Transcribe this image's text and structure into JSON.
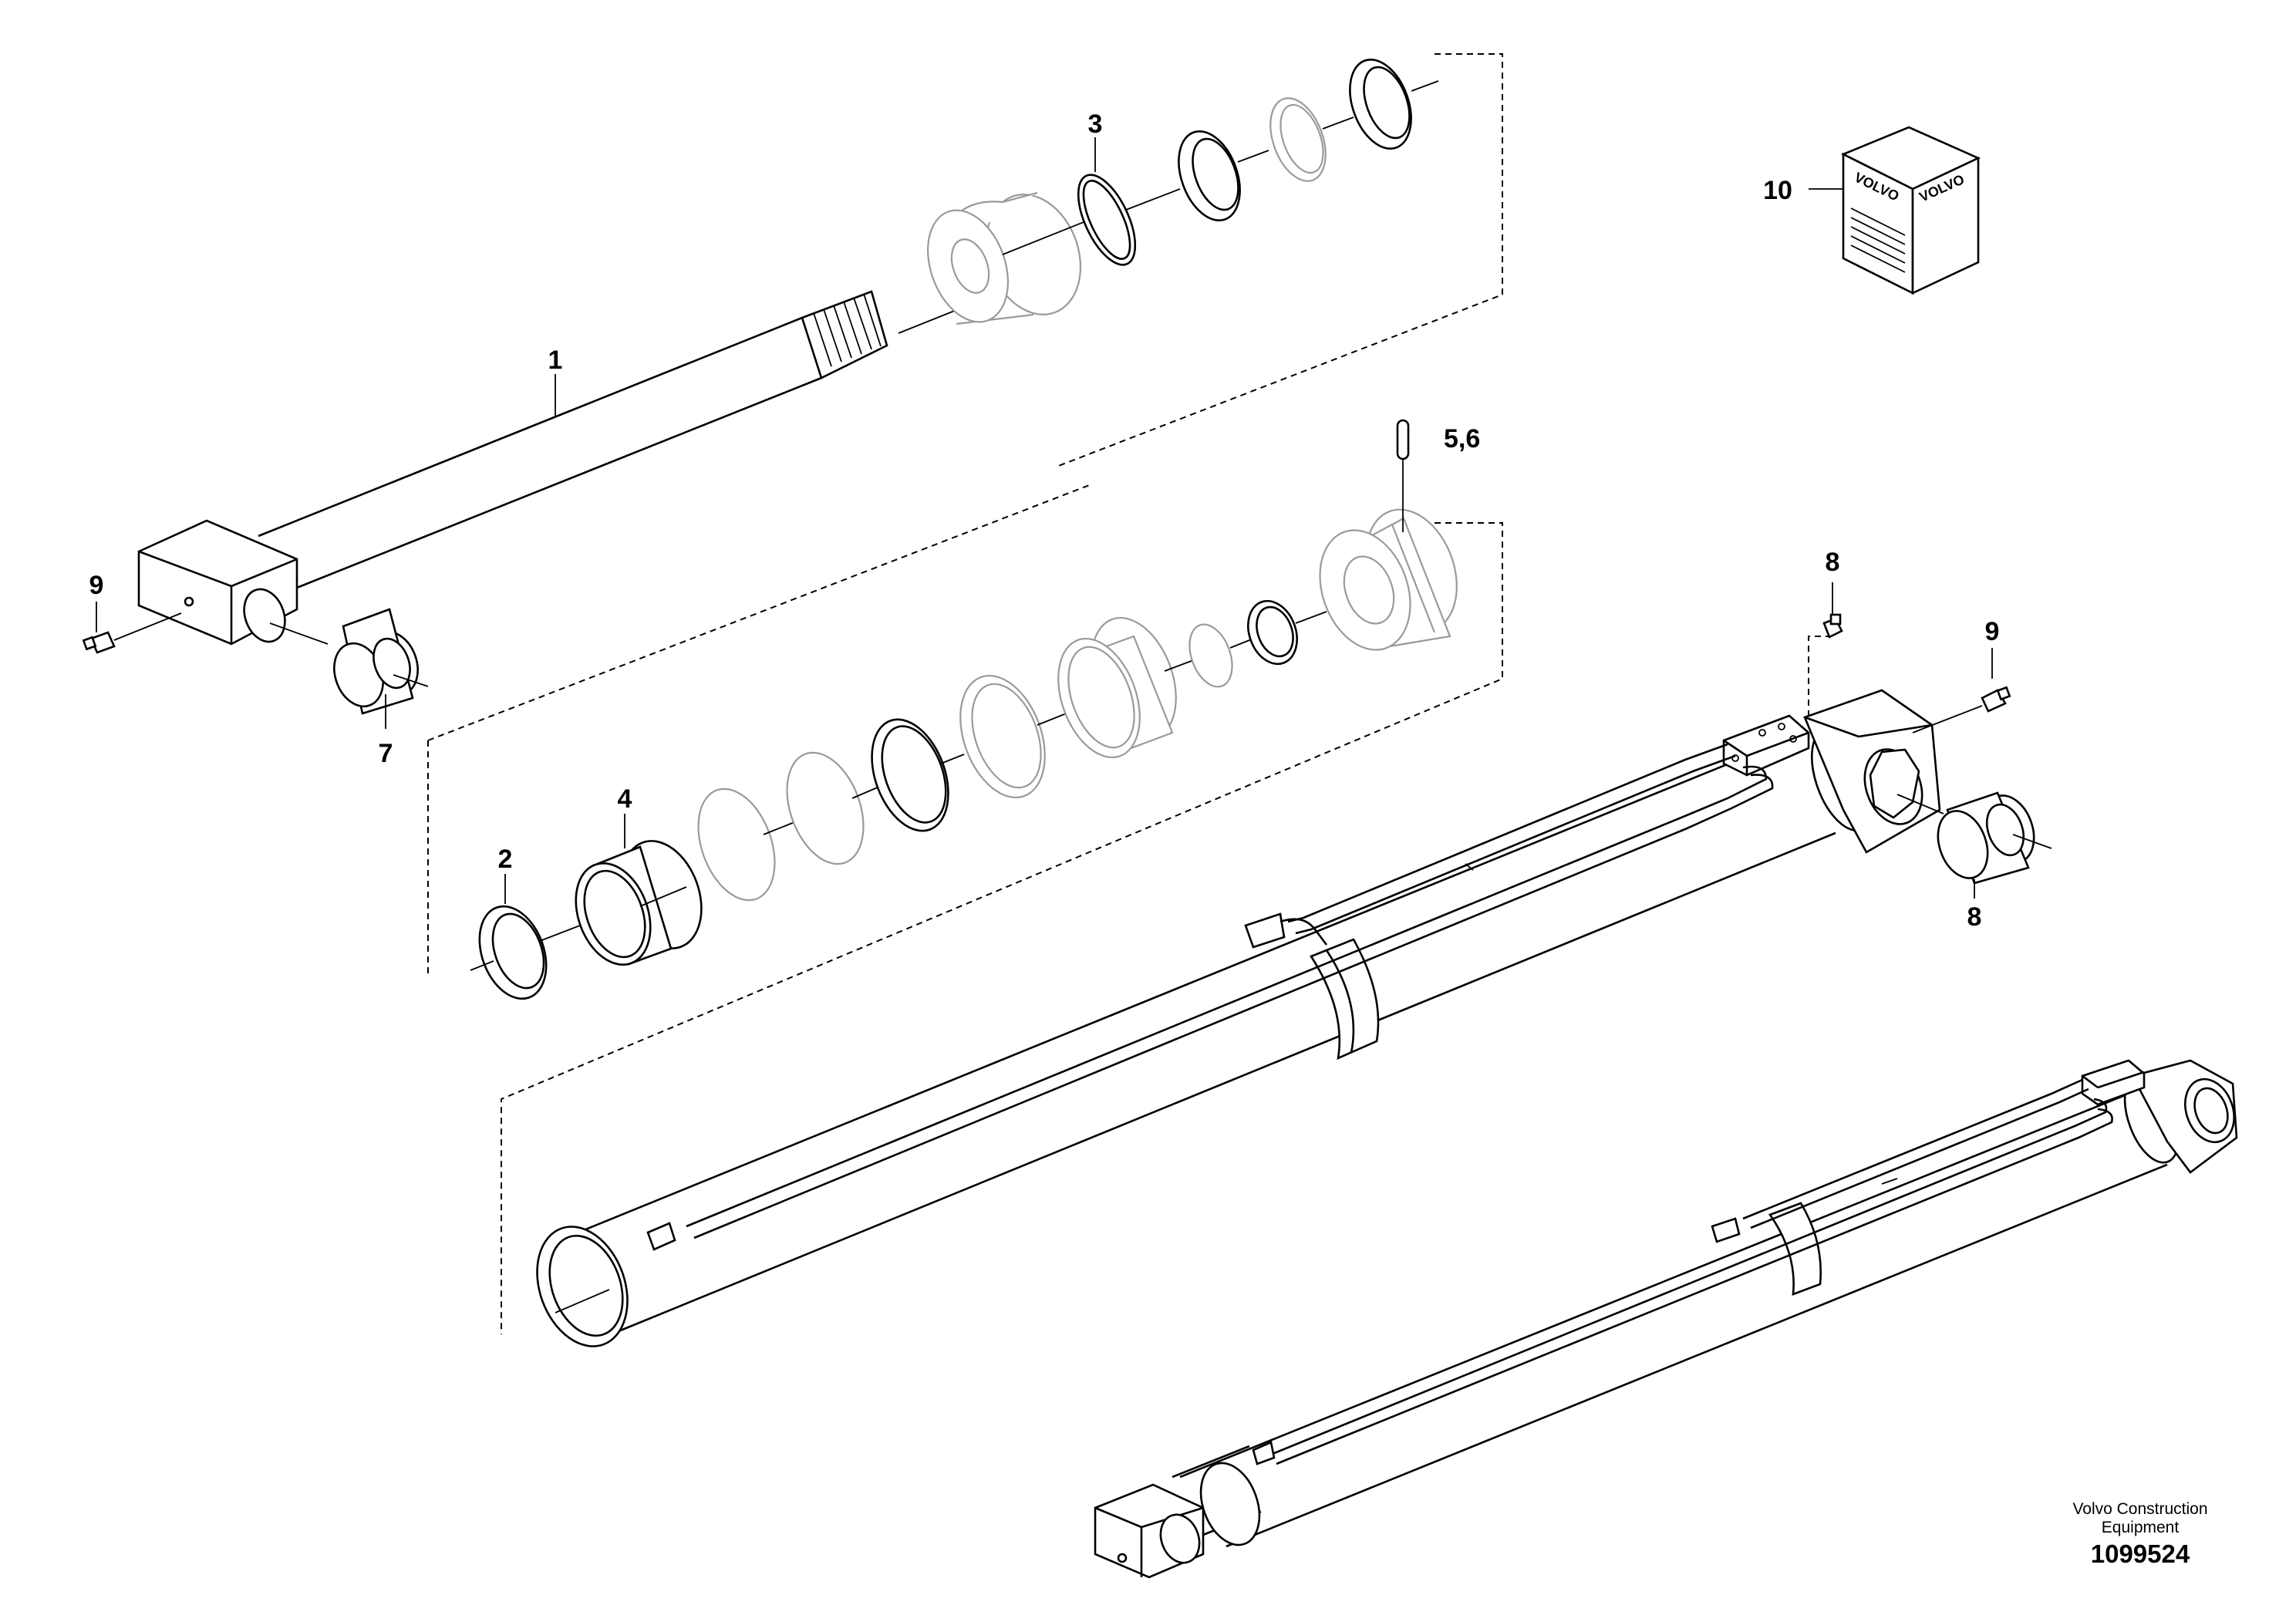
{
  "callouts": {
    "c1": "1",
    "c2": "2",
    "c3": "3",
    "c4": "4",
    "c56": "5,6",
    "c7": "7",
    "c8a": "8",
    "c8b": "8",
    "c9a": "9",
    "c9b": "9",
    "c10": "10"
  },
  "kit_box": {
    "brand_text": "VOLVO"
  },
  "footer": {
    "maker": "Volvo Construction Equipment",
    "drawing_number": "1099524"
  }
}
